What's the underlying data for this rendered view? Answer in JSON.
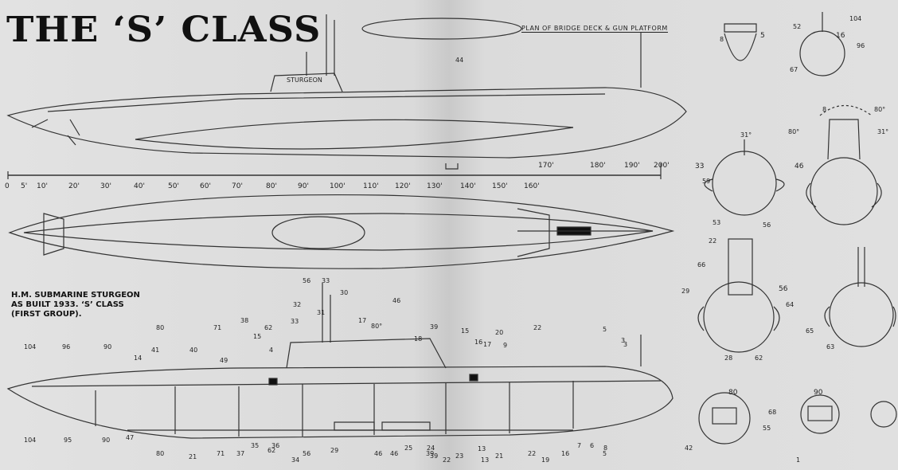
{
  "title": "THE ‘S’ CLASS",
  "plan_label": "PLAN OF BRIDGE DECK & GUN PLATFORM",
  "caption": [
    "H.M. SUBMARINE STURGEON",
    "AS BUILT 1933. ‘S’ CLASS",
    "(FIRST GROUP)."
  ],
  "hull_name": "STURGEON",
  "scale_ticks": [
    "0",
    "5'",
    "10'",
    "20'",
    "30'",
    "40'",
    "50'",
    "60'",
    "70'",
    "80'",
    "90'",
    "100'",
    "110'",
    "120'",
    "130'",
    "140'",
    "150'",
    "160'",
    "170'",
    "180'",
    "190'",
    "200'"
  ],
  "section_labels": [
    "5",
    "16",
    "33",
    "46",
    "56",
    "80",
    "90"
  ],
  "callouts": [
    "104",
    "96",
    "90",
    "80",
    "71",
    "62",
    "33",
    "38",
    "15",
    "4",
    "40",
    "41",
    "14",
    "49",
    "56",
    "32",
    "31",
    "30",
    "17",
    "46",
    "80°",
    "39",
    "18",
    "20",
    "16",
    "9",
    "22",
    "5",
    "3",
    "104",
    "95",
    "90",
    "47",
    "46",
    "39",
    "80",
    "21",
    "71",
    "37",
    "35",
    "36",
    "62",
    "34",
    "56",
    "29",
    "46",
    "25",
    "24",
    "39",
    "23",
    "22",
    "13",
    "13",
    "21",
    "22",
    "19",
    "16",
    "7",
    "6",
    "8",
    "5",
    "3",
    "8",
    "52",
    "104",
    "96",
    "67",
    "8",
    "80°",
    "80°",
    "31°",
    "31°",
    "59",
    "53",
    "56",
    "22",
    "66",
    "29",
    "64",
    "65",
    "63",
    "62",
    "28",
    "68",
    "55",
    "42",
    "44",
    "17",
    "15",
    "33",
    "1"
  ]
}
